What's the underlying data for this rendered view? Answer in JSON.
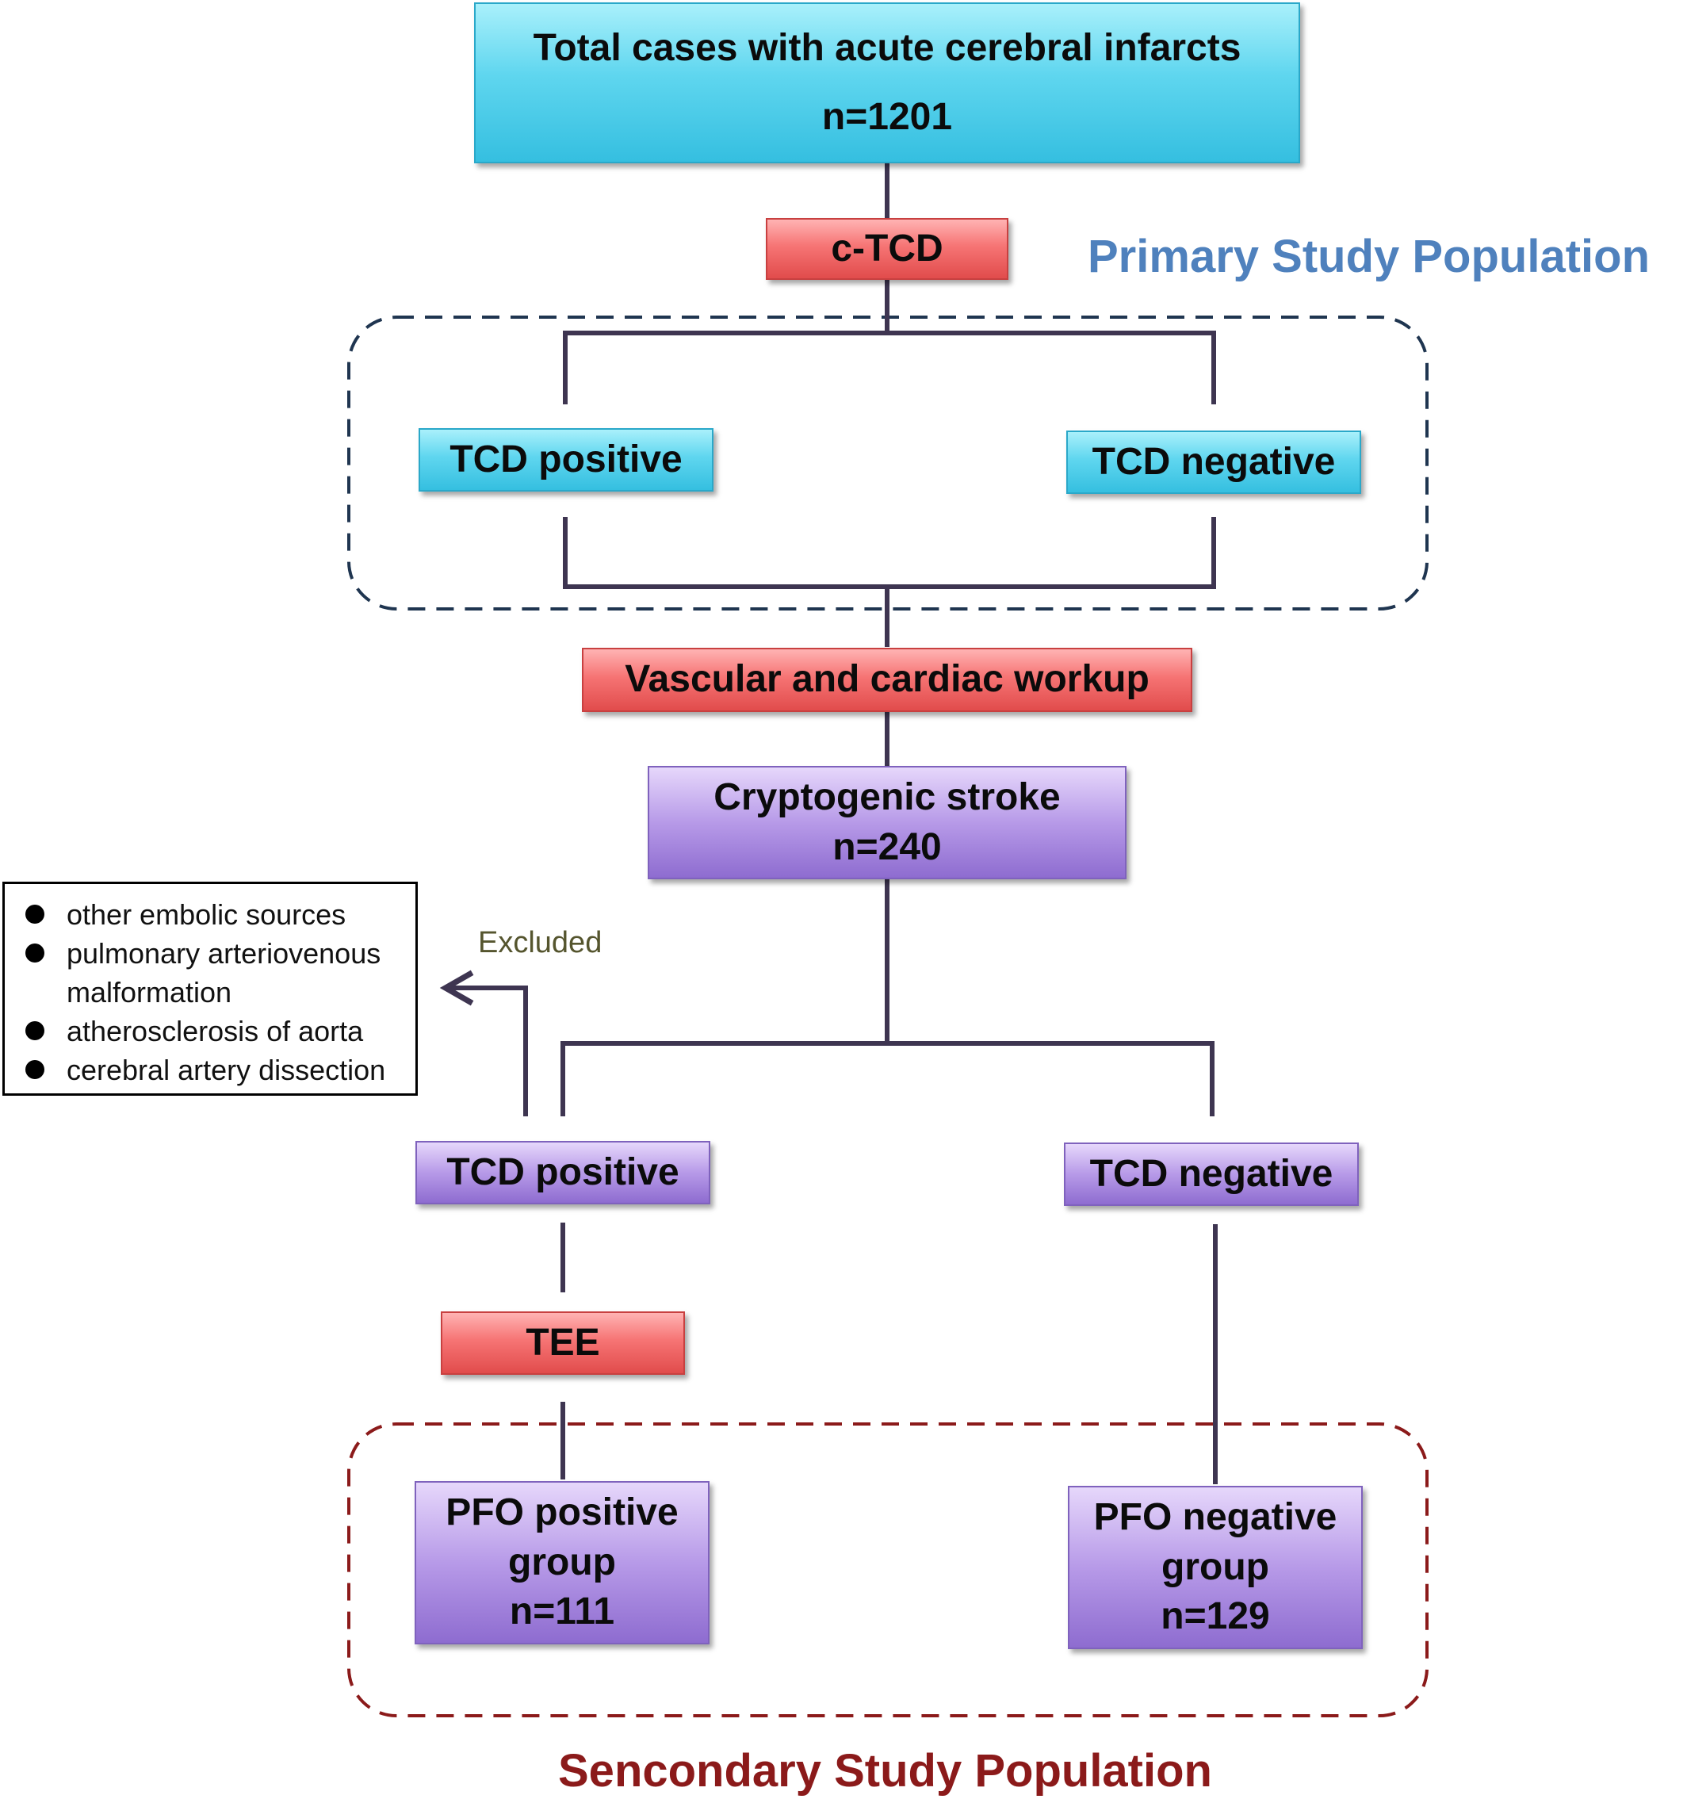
{
  "nodes": {
    "total": {
      "line1": "Total cases with acute cerebral infarcts",
      "line2": "n=1201"
    },
    "ctcd": {
      "label": "c-TCD"
    },
    "tcd_pos_1": {
      "label": "TCD positive"
    },
    "tcd_neg_1": {
      "label": "TCD negative"
    },
    "workup": {
      "label": "Vascular and cardiac workup"
    },
    "cryptogenic": {
      "line1": "Cryptogenic stroke",
      "line2": "n=240"
    },
    "tcd_pos_2": {
      "label": "TCD positive"
    },
    "tcd_neg_2": {
      "label": "TCD negative"
    },
    "tee": {
      "label": "TEE"
    },
    "pfo_pos": {
      "line1": "PFO positive",
      "line2": "group",
      "line3": "n=111"
    },
    "pfo_neg": {
      "line1": "PFO negative",
      "line2": "group",
      "line3": "n=129"
    }
  },
  "labels": {
    "primary": "Primary Study Population",
    "secondary": "Sencondary Study Population",
    "excluded": "Excluded"
  },
  "exclusions": {
    "items": [
      "other embolic sources",
      "pulmonary arteriovenous",
      "malformation",
      "atherosclerosis of aorta",
      "cerebral artery dissection"
    ]
  },
  "colors": {
    "cyan_box": "#5fd6ef",
    "red_box": "#f67474",
    "purple_box": "#b79ae8",
    "connector": "#3e3551",
    "primary_label": "#4f81bd",
    "primary_dash": "#1f3550",
    "secondary_label": "#8b1a1a",
    "secondary_dash": "#8b1a1a"
  }
}
